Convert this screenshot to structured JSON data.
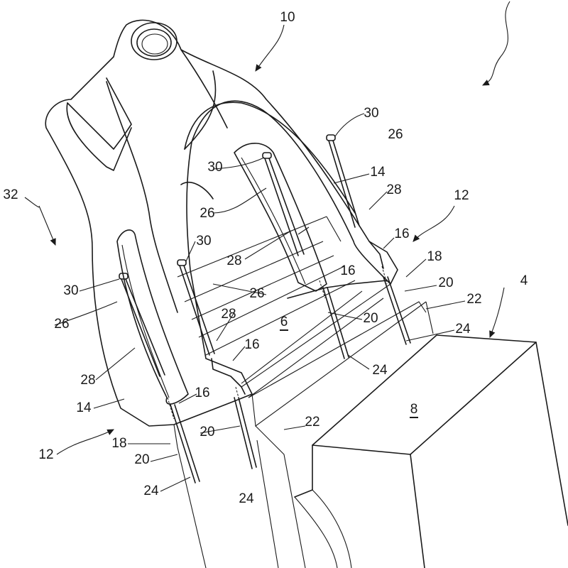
{
  "figure": {
    "reference_numerals": {
      "wishbone": "10",
      "arrow_top_right": "",
      "labels": [
        "10",
        "30",
        "26",
        "30",
        "14",
        "28",
        "32",
        "26",
        "12",
        "16",
        "30",
        "28",
        "18",
        "16",
        "30",
        "20",
        "26",
        "22",
        "4",
        "26",
        "28",
        "6",
        "20",
        "24",
        "16",
        "24",
        "28",
        "8",
        "14",
        "16",
        "20",
        "22",
        "18",
        "12",
        "20",
        "24",
        "24"
      ]
    }
  }
}
